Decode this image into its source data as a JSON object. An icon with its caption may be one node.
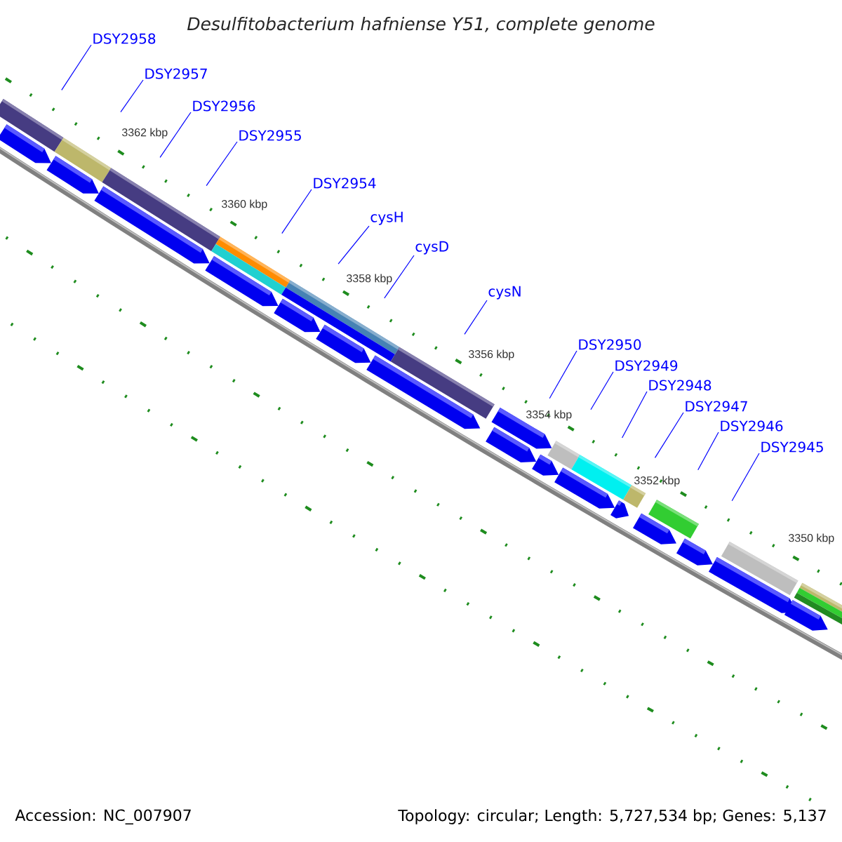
{
  "diagram": {
    "title": "Desulfitobacterium hafniense Y51, complete genome",
    "nodes": [
      {
        "text": [
          "DSY2958"
        ]
      },
      {
        "text": [
          "DSY2957"
        ]
      },
      {
        "text": [
          "DSY2956"
        ]
      },
      {
        "text": [
          "DSY2955"
        ]
      },
      {
        "text": [
          "DSY2954"
        ]
      },
      {
        "text": [
          "cysH"
        ]
      },
      {
        "text": [
          "cysD"
        ]
      },
      {
        "text": [
          "cysN"
        ]
      },
      {
        "text": [
          "DSY2950"
        ]
      },
      {
        "text": [
          "DSY2949"
        ]
      },
      {
        "text": [
          "DSY2948"
        ]
      },
      {
        "text": [
          "DSY2947"
        ]
      },
      {
        "text": [
          "DSY2946"
        ]
      },
      {
        "text": [
          "DSY2945"
        ]
      }
    ],
    "edges": [
      {
        "from": 0,
        "to": null,
        "arrow": "none"
      },
      {
        "from": 1,
        "to": null,
        "arrow": "none"
      },
      {
        "from": 2,
        "to": null,
        "arrow": "none"
      },
      {
        "from": 3,
        "to": null,
        "arrow": "none"
      },
      {
        "from": 4,
        "to": null,
        "arrow": "none"
      },
      {
        "from": 5,
        "to": null,
        "arrow": "none"
      },
      {
        "from": 6,
        "to": null,
        "arrow": "none"
      },
      {
        "from": 7,
        "to": null,
        "arrow": "none"
      },
      {
        "from": 8,
        "to": null,
        "arrow": "none"
      },
      {
        "from": 9,
        "to": null,
        "arrow": "none"
      },
      {
        "from": 10,
        "to": null,
        "arrow": "none"
      },
      {
        "from": 11,
        "to": null,
        "arrow": "none"
      },
      {
        "from": 12,
        "to": null,
        "arrow": "none"
      },
      {
        "from": 13,
        "to": null,
        "arrow": "none"
      }
    ],
    "labels": [
      "3362 kbp",
      "3360 kbp",
      "3358 kbp",
      "3356 kbp",
      "3354 kbp",
      "3352 kbp",
      "3350 kbp",
      "Accession: NC_007907",
      "Topology: circular; Length: 5,727,534 bp; Genes: 5,137"
    ]
  }
}
